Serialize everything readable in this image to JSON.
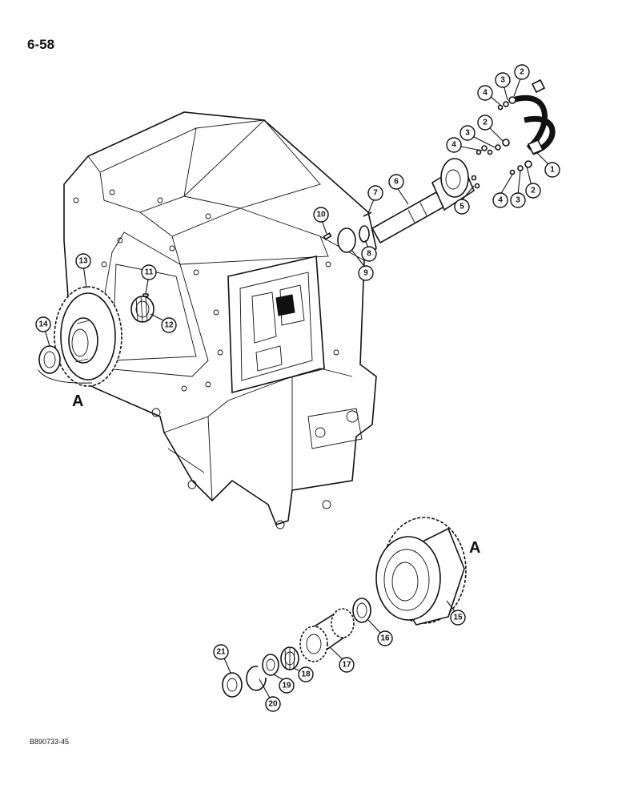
{
  "page": {
    "number": "6-58",
    "figure_code": "B890733-45"
  },
  "callouts": [
    "1",
    "2",
    "3",
    "4",
    "2",
    "3",
    "4",
    "5",
    "2",
    "3",
    "4",
    "6",
    "7",
    "8",
    "9",
    "10",
    "11",
    "12",
    "13",
    "14",
    "15",
    "16",
    "17",
    "18",
    "19",
    "20",
    "21"
  ],
  "ref_letters": [
    "A",
    "A"
  ]
}
